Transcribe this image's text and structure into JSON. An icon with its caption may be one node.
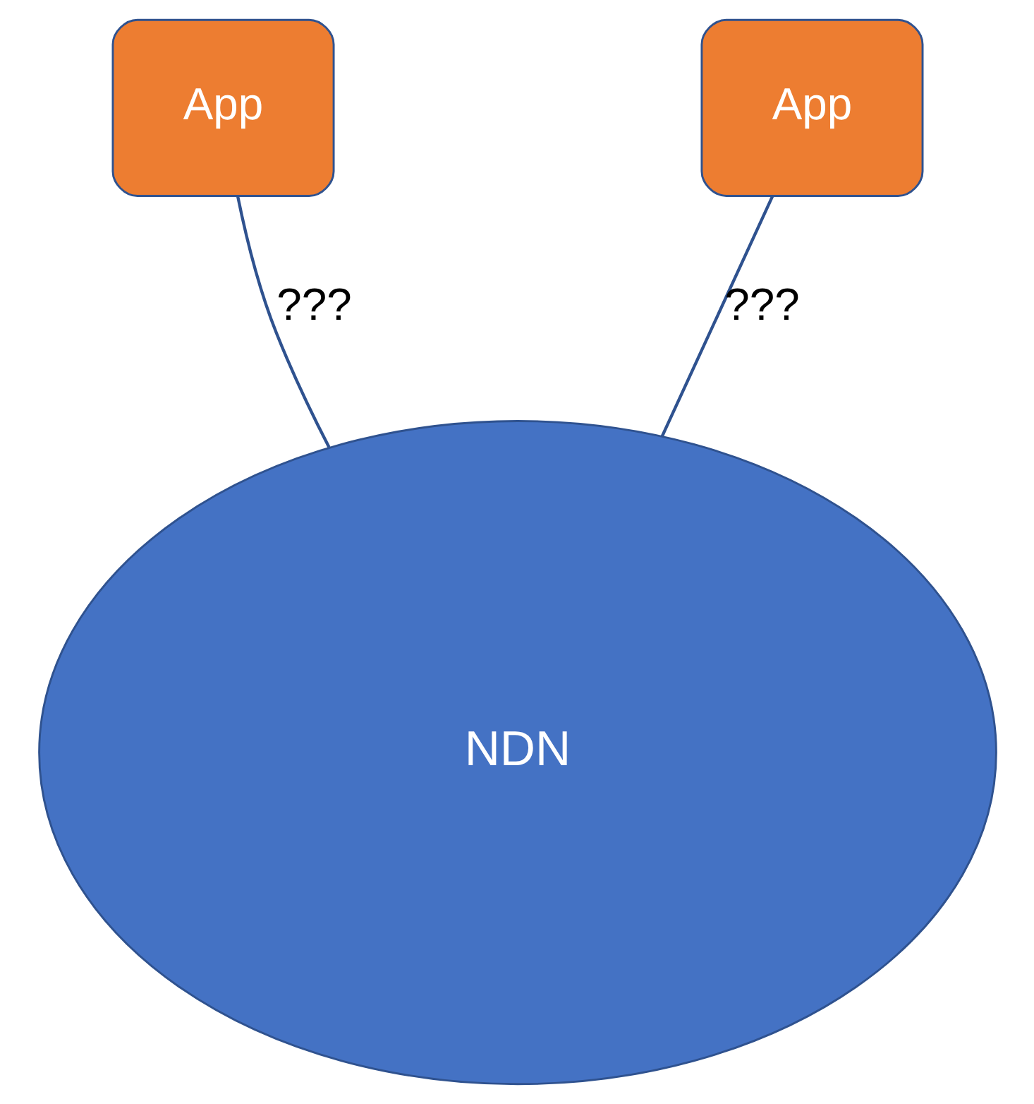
{
  "diagram": {
    "nodes": [
      {
        "text": [
          "App"
        ]
      },
      {
        "text": [
          "App"
        ]
      },
      {
        "text": [
          "NDN"
        ]
      }
    ],
    "edges": [
      {
        "from": 0,
        "to": 2,
        "arrow": "none",
        "label": "???"
      },
      {
        "from": 1,
        "to": 2,
        "arrow": "none",
        "label": "???"
      }
    ]
  }
}
